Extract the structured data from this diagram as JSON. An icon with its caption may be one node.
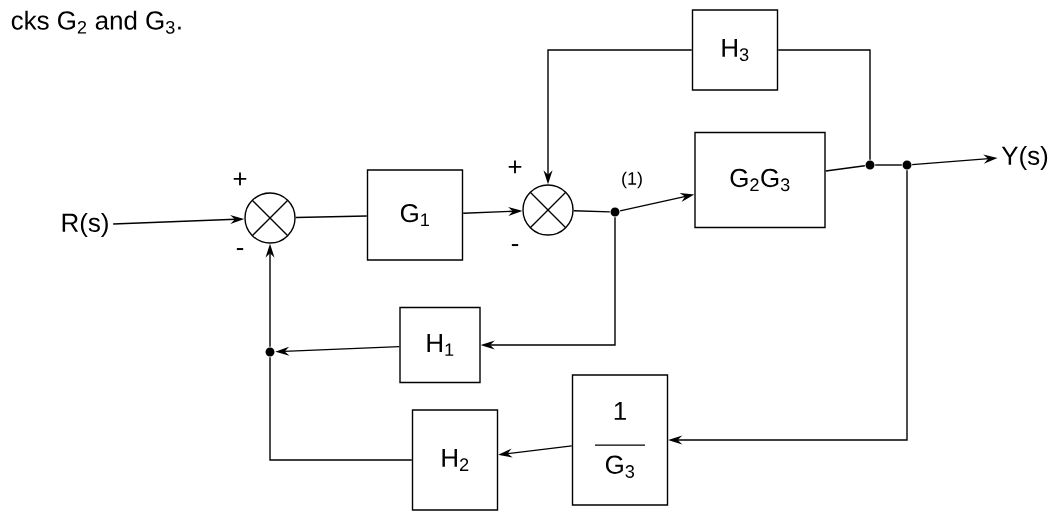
{
  "diagram": {
    "nodes": [
      {
        "text": [
          "R(s)"
        ]
      },
      {
        "text": [],
        "shape": "circle"
      },
      {
        "text": [
          "G$_{1}$"
        ]
      },
      {
        "text": [],
        "shape": "circle"
      },
      {
        "text": [],
        "shape": "circle",
        "beside": [
          "(1)"
        ]
      },
      {
        "text": [
          "G$_{2}$G$_{3}$"
        ]
      },
      {
        "text": [
          "H$_{3}$"
        ]
      },
      {
        "text": [],
        "shape": "circle"
      },
      {
        "text": [],
        "shape": "circle"
      },
      {
        "text": [
          "Y(s)"
        ]
      },
      {
        "text": [
          "H$_{1}$"
        ]
      },
      {
        "text": [],
        "shape": "circle"
      },
      {
        "text": [
          "1",
          "G$_{3}$"
        ]
      },
      {
        "text": [
          "H$_{2}$"
        ]
      }
    ],
    "edges": [
      {
        "from": 0,
        "to": 1,
        "arrow": "to"
      },
      {
        "from": 1,
        "to": 2,
        "arrow": "none"
      },
      {
        "from": 2,
        "to": 3,
        "arrow": "to"
      },
      {
        "from": 3,
        "to": 4,
        "arrow": "none"
      },
      {
        "from": 4,
        "to": 5,
        "arrow": "to"
      },
      {
        "from": 5,
        "to": 7,
        "arrow": "none"
      },
      {
        "from": 7,
        "to": 8,
        "arrow": "none"
      },
      {
        "from": 8,
        "to": 9,
        "arrow": "to"
      },
      {
        "from": 7,
        "to": 6,
        "arrow": "none"
      },
      {
        "from": 6,
        "to": 3,
        "arrow": "to"
      },
      {
        "from": 4,
        "to": 10,
        "arrow": "to"
      },
      {
        "from": 10,
        "to": 11,
        "arrow": "to"
      },
      {
        "from": 11,
        "to": 1,
        "arrow": "to"
      },
      {
        "from": 8,
        "to": 12,
        "arrow": "to"
      },
      {
        "from": 12,
        "to": 13,
        "arrow": "to"
      },
      {
        "from": 13,
        "to": 11,
        "arrow": "none"
      }
    ],
    "labels": [
      "cks G$_{2}$ and G$_{3}$.",
      "+",
      "-",
      "+",
      "-"
    ]
  }
}
